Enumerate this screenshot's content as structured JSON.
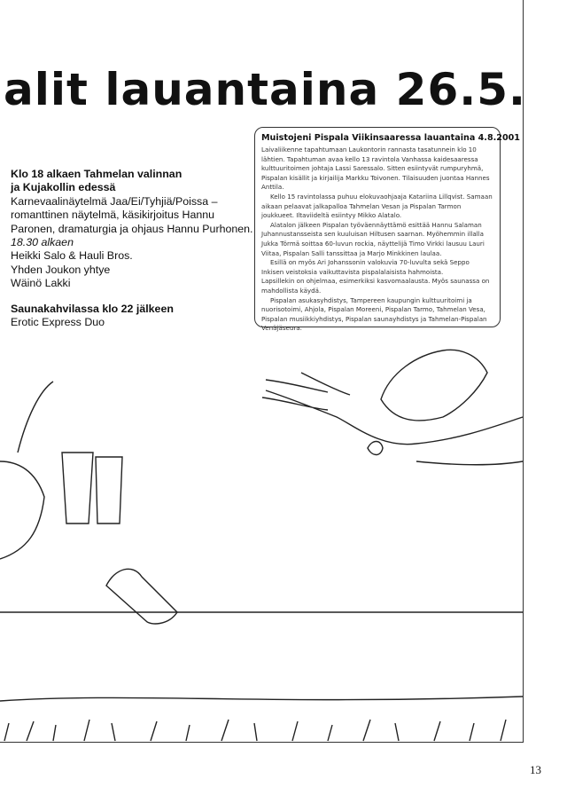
{
  "title": "alit lauantaina 26.5.",
  "left_column": {
    "heading1_line1": "Klo 18 alkaen Tahmelan valinnan",
    "heading1_line2": "ja Kujakollin edessä",
    "lines": [
      "Karnevaalinäytelmä Jaa/Ei/Tyhjiä/Poissa –",
      "romanttinen näytelmä, käsikirjoitus Hannu",
      "Paronen, dramaturgia ja ohjaus Hannu Purhonen."
    ],
    "time2": "18.30 alkaen",
    "performers": [
      "Heikki Salo & Hauli Bros.",
      "Yhden Joukon yhtye",
      "Wäinö Lakki"
    ],
    "heading2": "Saunakahvilassa klo 22 jälkeen",
    "performer2": "Erotic Express Duo"
  },
  "box": {
    "title": "Muistojeni Pispala Viikinsaaressa lauantaina 4.8.2001",
    "paragraphs": [
      "Laivaliikenne tapahtumaan Laukontorin rannasta tasatunnein klo 10 lähtien. Tapahtuman avaa kello 13 ravintola Vanhassa kaidesaaressa kulttuuritoimen johtaja Lassi Saressalo. Sitten esiintyvät rumpuryhmä, Pispalan kisällit ja kirjailija Markku Toivonen. Tilaisuuden juontaa Hannes Anttila.",
      "Kello 15 ravintolassa puhuu elokuvaohjaaja Katariina Lillqvist. Samaan aikaan pelaavat jalkapalloa Tahmelan Vesan ja Pispalan Tarmon joukkueet. Iltaviideltä esiintyy Mikko Alatalo.",
      "Alatalon jälkeen Pispalan työväennäyttämö esittää Hannu Salaman Juhannustansseista sen kuuluisan Hiltusen saarnan. Myöhemmin illalla Jukka Törmä soittaa 60-luvun rockia, näyttelijä Timo Virkki lausuu Lauri Viitaa, Pispalan Salli tanssittaa ja Marjo Minkkinen laulaa.",
      "Esillä on myös Ari Johanssonin valokuvia 70-luvulta sekä Seppo Inkisen veistoksia vaikuttavista pispalalaisista hahmoista.",
      "Lapsillekin on ohjelmaa, esimerkiksi kasvomaalausta. Myös saunassa on mahdollista käydä.",
      "Pispalan asukasyhdistys, Tampereen kaupungin kulttuuritoimi ja nuorisotoimi, Ahjola, Pispalan Moreeni, Pispalan Tarmo, Tahmelan Vesa, Pispalan musiikkiyhdistys, Pispalan saunayhdistys ja Tahmelan-Pispalan Venäjäseura."
    ]
  },
  "page_number": "13"
}
